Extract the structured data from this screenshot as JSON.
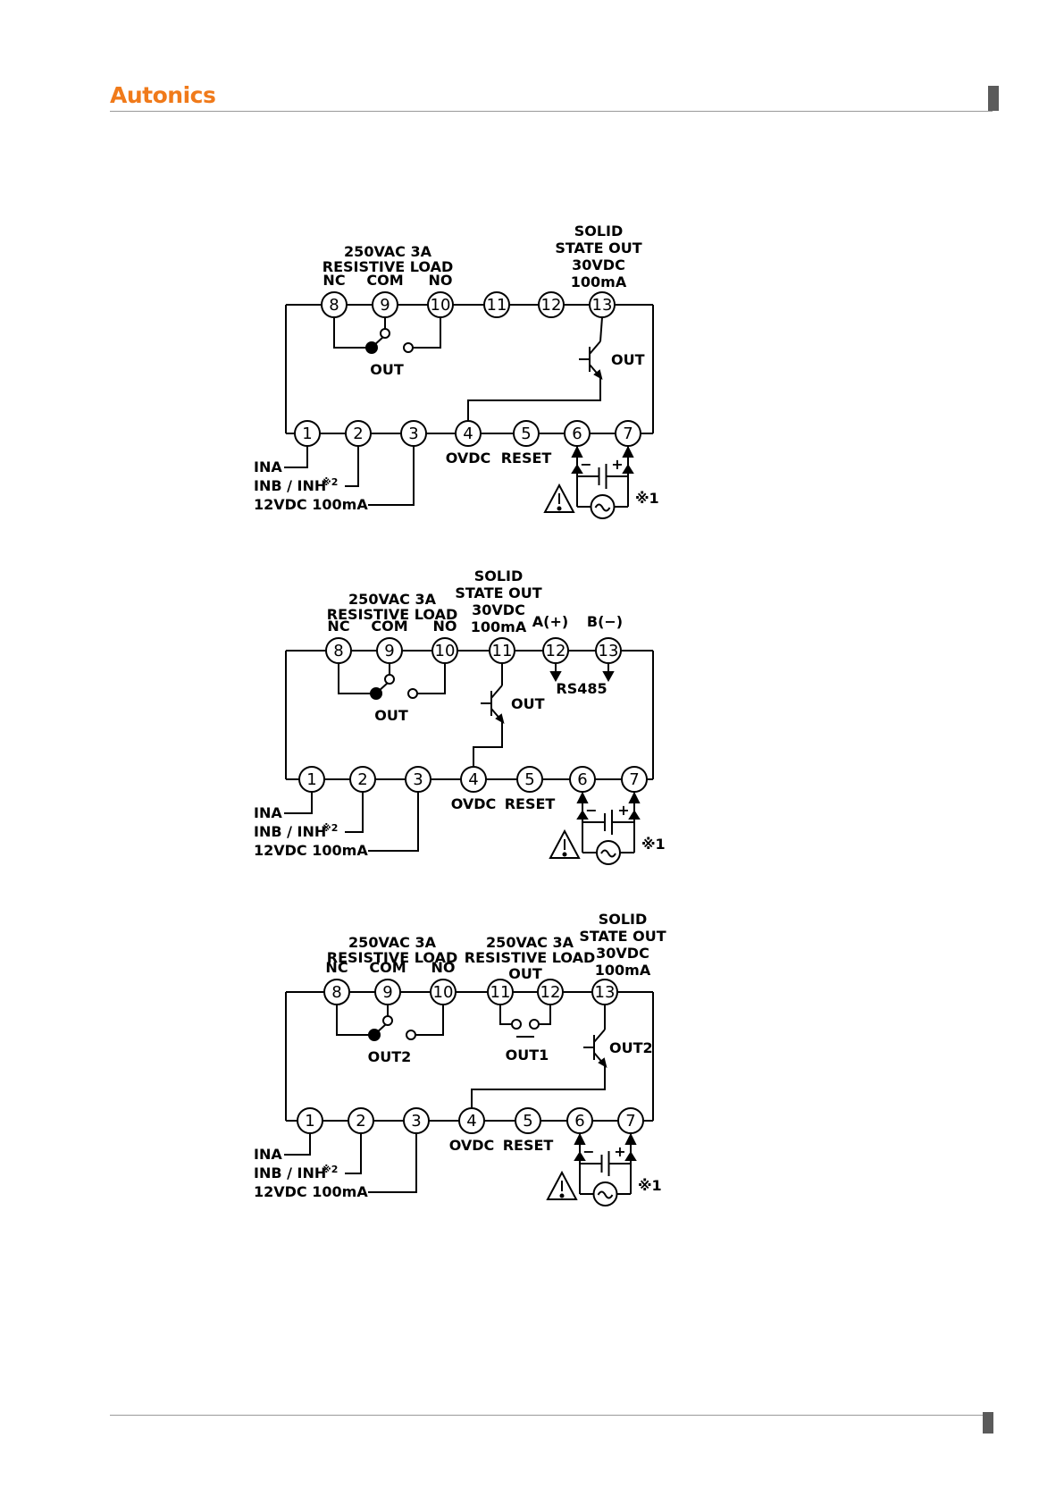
{
  "header": {
    "brand": "Autonics"
  },
  "diagrams": [
    {
      "top_terminals": [
        "8",
        "9",
        "10",
        "11",
        "12",
        "13"
      ],
      "bottom_terminals": [
        "1",
        "2",
        "3",
        "4",
        "5",
        "6",
        "7"
      ],
      "relay_rating": [
        "250VAC 3A",
        "RESISTIVE LOAD"
      ],
      "relay_contacts": [
        "NC",
        "COM",
        "NO"
      ],
      "relay_label": "OUT",
      "ssr_rating": [
        "SOLID",
        "STATE OUT",
        "30VDC",
        "100mA"
      ],
      "ssr_label": "OUT",
      "terminal_labels": [
        "OVDC",
        "RESET"
      ],
      "input_labels": [
        "INA",
        "INB / INH",
        "12VDC 100mA"
      ],
      "note_mark": "※2",
      "power_note": "※1",
      "polarity": [
        "−",
        "+"
      ]
    },
    {
      "top_terminals": [
        "8",
        "9",
        "10",
        "11",
        "12",
        "13"
      ],
      "bottom_terminals": [
        "1",
        "2",
        "3",
        "4",
        "5",
        "6",
        "7"
      ],
      "relay_rating": [
        "250VAC 3A",
        "RESISTIVE LOAD"
      ],
      "relay_contacts": [
        "NC",
        "COM",
        "NO"
      ],
      "relay_label": "OUT",
      "ssr_rating": [
        "SOLID",
        "STATE OUT",
        "30VDC",
        "100mA"
      ],
      "ssr_label": "OUT",
      "comm_labels": [
        "A(+)",
        "B(−)"
      ],
      "comm_name": "RS485",
      "terminal_labels": [
        "OVDC",
        "RESET"
      ],
      "input_labels": [
        "INA",
        "INB / INH",
        "12VDC 100mA"
      ],
      "note_mark": "※2",
      "power_note": "※1",
      "polarity": [
        "−",
        "+"
      ]
    },
    {
      "top_terminals": [
        "8",
        "9",
        "10",
        "11",
        "12",
        "13"
      ],
      "bottom_terminals": [
        "1",
        "2",
        "3",
        "4",
        "5",
        "6",
        "7"
      ],
      "relay_rating": [
        "250VAC 3A",
        "RESISTIVE LOAD"
      ],
      "relay_contacts": [
        "NC",
        "COM",
        "NO"
      ],
      "relay_label": "OUT2",
      "relay2_rating": [
        "250VAC 3A",
        "RESISTIVE LOAD"
      ],
      "relay2_contact": "OUT",
      "relay2_label": "OUT1",
      "ssr_rating": [
        "SOLID",
        "STATE OUT",
        "30VDC",
        "100mA"
      ],
      "ssr_label": "OUT2",
      "terminal_labels": [
        "OVDC",
        "RESET"
      ],
      "input_labels": [
        "INA",
        "INB / INH",
        "12VDC 100mA"
      ],
      "note_mark": "※2",
      "power_note": "※1",
      "polarity": [
        "−",
        "+"
      ]
    }
  ]
}
